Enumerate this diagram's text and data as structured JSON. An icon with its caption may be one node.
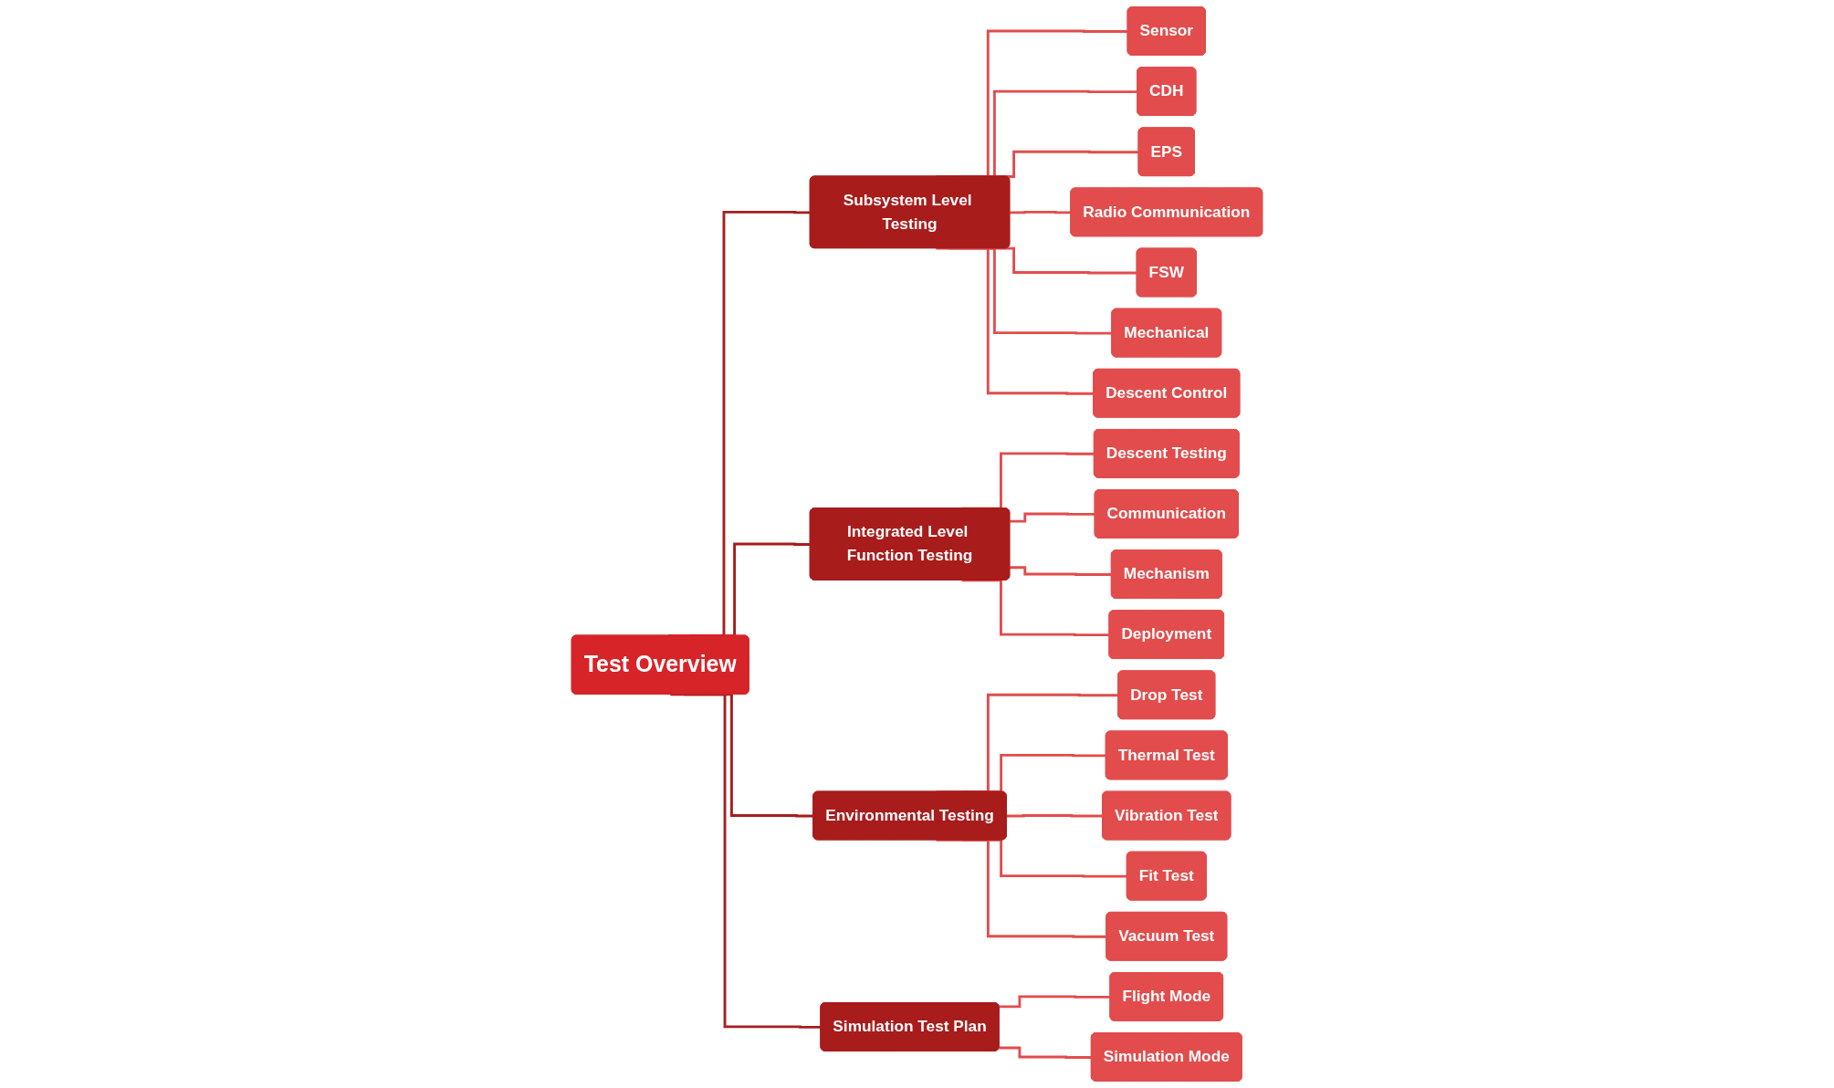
{
  "diagram": {
    "nodes": [
      {
        "text": [
          "Test Overview"
        ]
      },
      {
        "text": [
          "Subsystem Level Testing"
        ]
      },
      {
        "text": [
          "Integrated Level Function Testing"
        ]
      },
      {
        "text": [
          "Environmental Testing"
        ]
      },
      {
        "text": [
          "Simulation Test Plan"
        ]
      },
      {
        "text": [
          "Sensor"
        ]
      },
      {
        "text": [
          "CDH"
        ]
      },
      {
        "text": [
          "EPS"
        ]
      },
      {
        "text": [
          "Radio Communication"
        ]
      },
      {
        "text": [
          "FSW"
        ]
      },
      {
        "text": [
          "Mechanical"
        ]
      },
      {
        "text": [
          "Descent Control"
        ]
      },
      {
        "text": [
          "Descent Testing"
        ]
      },
      {
        "text": [
          "Communication"
        ]
      },
      {
        "text": [
          "Mechanism"
        ]
      },
      {
        "text": [
          "Deployment"
        ]
      },
      {
        "text": [
          "Drop Test"
        ]
      },
      {
        "text": [
          "Thermal Test"
        ]
      },
      {
        "text": [
          "Vibration Test"
        ]
      },
      {
        "text": [
          "Fit Test"
        ]
      },
      {
        "text": [
          "Vacuum Test"
        ]
      },
      {
        "text": [
          "Flight Mode"
        ]
      },
      {
        "text": [
          "Simulation Mode"
        ]
      }
    ],
    "edges": [
      {
        "from": 0,
        "to": 1,
        "arrow": "none",
        "color": "#a81c1c"
      },
      {
        "from": 0,
        "to": 2,
        "arrow": "none",
        "color": "#a81c1c"
      },
      {
        "from": 0,
        "to": 3,
        "arrow": "none",
        "color": "#a81c1c"
      },
      {
        "from": 0,
        "to": 4,
        "arrow": "none",
        "color": "#a81c1c"
      },
      {
        "from": 1,
        "to": 5,
        "arrow": "none"
      },
      {
        "from": 1,
        "to": 6,
        "arrow": "none"
      },
      {
        "from": 1,
        "to": 7,
        "arrow": "none"
      },
      {
        "from": 1,
        "to": 8,
        "arrow": "none"
      },
      {
        "from": 1,
        "to": 9,
        "arrow": "none"
      },
      {
        "from": 1,
        "to": 10,
        "arrow": "none"
      },
      {
        "from": 1,
        "to": 11,
        "arrow": "none"
      },
      {
        "from": 2,
        "to": 12,
        "arrow": "none"
      },
      {
        "from": 2,
        "to": 13,
        "arrow": "none"
      },
      {
        "from": 2,
        "to": 14,
        "arrow": "none"
      },
      {
        "from": 2,
        "to": 15,
        "arrow": "none"
      },
      {
        "from": 3,
        "to": 16,
        "arrow": "none"
      },
      {
        "from": 3,
        "to": 17,
        "arrow": "none"
      },
      {
        "from": 3,
        "to": 18,
        "arrow": "none"
      },
      {
        "from": 3,
        "to": 19,
        "arrow": "none"
      },
      {
        "from": 3,
        "to": 20,
        "arrow": "none"
      },
      {
        "from": 4,
        "to": 21,
        "arrow": "none"
      },
      {
        "from": 4,
        "to": 22,
        "arrow": "none"
      }
    ]
  }
}
